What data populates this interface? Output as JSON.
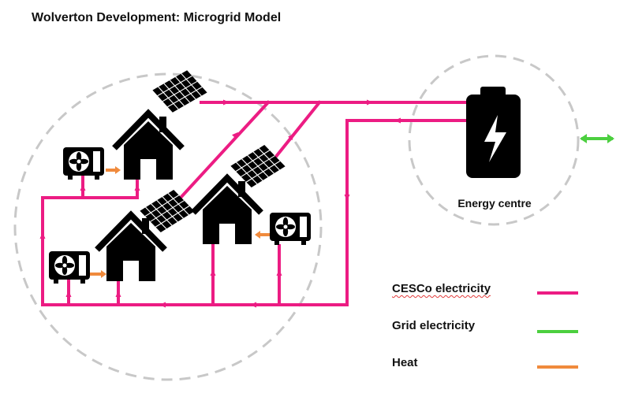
{
  "title": "Wolverton Development: Microgrid Model",
  "energy_centre_label": "Energy centre",
  "legend": [
    {
      "label": "CESCo electricity",
      "color": "#ec1c83"
    },
    {
      "label": "Grid electricity",
      "color": "#4ccf3f"
    },
    {
      "label": "Heat",
      "color": "#f08a3c"
    }
  ],
  "colors": {
    "circle": "#c8c8c8",
    "icon": "#000000"
  },
  "icons": [
    "solar-panel-icon",
    "house-icon",
    "heat-pump-icon",
    "battery-icon",
    "lightning-bolt-icon"
  ]
}
